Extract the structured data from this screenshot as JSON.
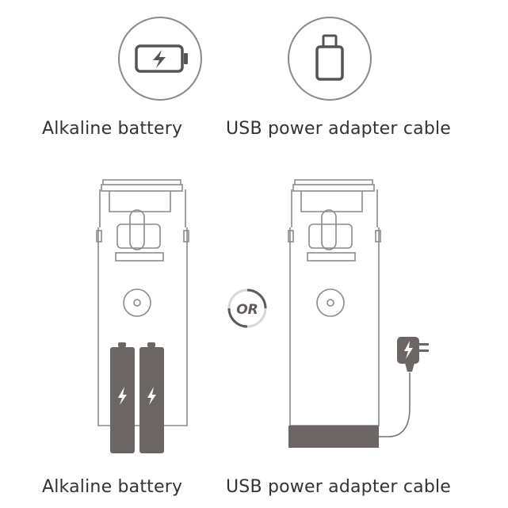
{
  "power_options": {
    "battery": {
      "label_top": "Alkaline battery",
      "label_bottom": "Alkaline battery",
      "icon": "battery-charging-icon"
    },
    "usb": {
      "label_top": "USB power adapter cable",
      "label_bottom": "USB power adapter cable",
      "icon": "usb-plug-icon"
    },
    "separator": "OR"
  },
  "colors": {
    "line": "#8a8a8a",
    "fill_dark": "#6b6563",
    "badge": "#5f5a58"
  }
}
